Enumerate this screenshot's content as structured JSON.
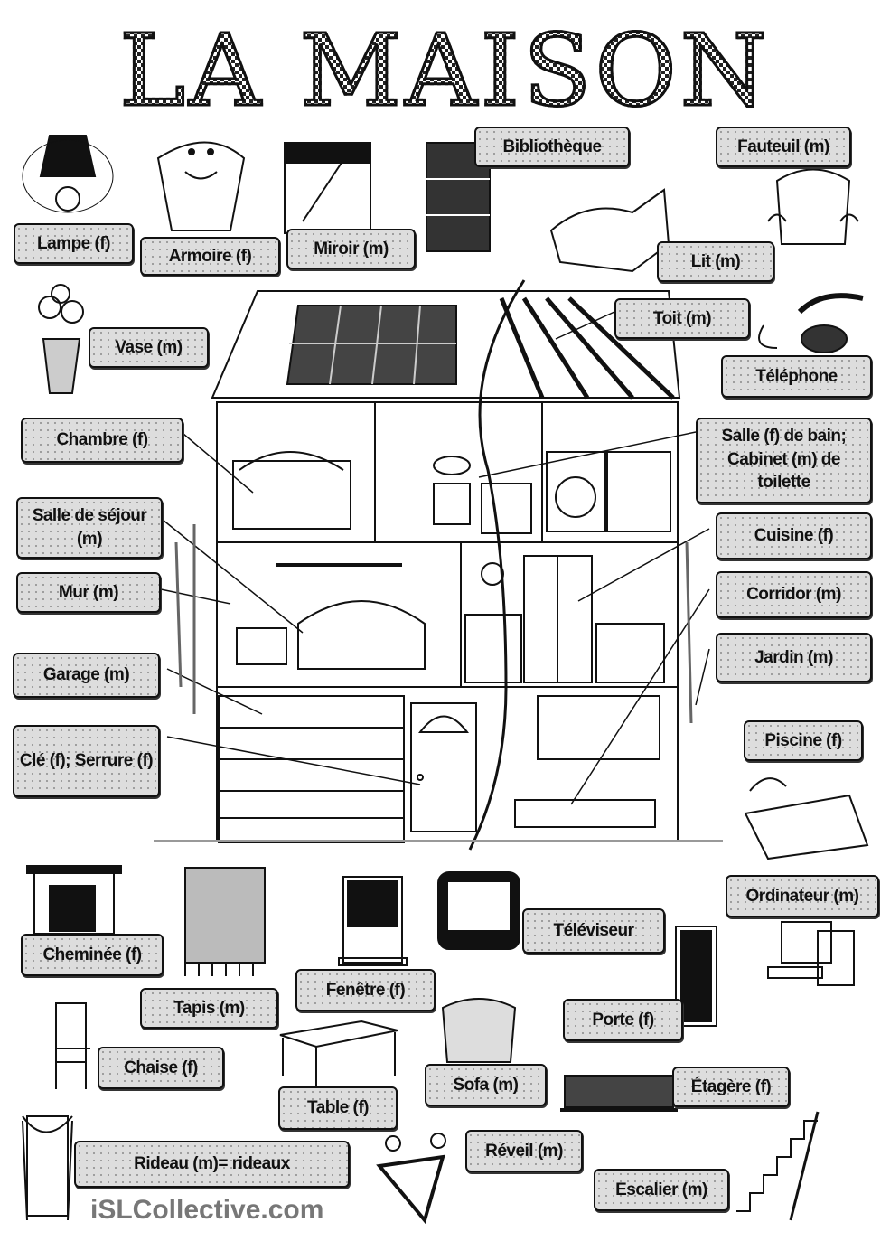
{
  "title": "LA MAISON",
  "watermark": "iSLCollective.com",
  "labels": {
    "lampe": "Lampe (f)",
    "armoire": "Armoire (f)",
    "miroir": "Miroir (m)",
    "bibliotheque": "Bibliothèque",
    "fauteuil": "Fauteuil (m)",
    "lit": "Lit (m)",
    "vase": "Vase (m)",
    "toit": "Toit (m)",
    "telephone": "Téléphone",
    "chambre": "Chambre (f)",
    "salle_sejour": "Salle de séjour (m)",
    "mur": "Mur (m)",
    "garage": "Garage (m)",
    "cle": "Clé (f); Serrure (f)",
    "salle_bain": "Salle (f) de bain; Cabinet (m) de toilette",
    "cuisine": "Cuisine (f)",
    "corridor": "Corridor (m)",
    "jardin": "Jardin (m)",
    "piscine": "Piscine (f)",
    "cheminee": "Cheminée (f)",
    "ordinateur": "Ordinateur (m)",
    "televiseur": "Téléviseur",
    "fenetre": "Fenêtre (f)",
    "tapis": "Tapis (m)",
    "porte": "Porte (f)",
    "chaise": "Chaise (f)",
    "sofa": "Sofa (m)",
    "etagere": "Étagère (f)",
    "table": "Table (f)",
    "rideau": "Rideau (m)= rideaux",
    "reveil": "Réveil (m)",
    "escalier": "Escalier (m)"
  }
}
